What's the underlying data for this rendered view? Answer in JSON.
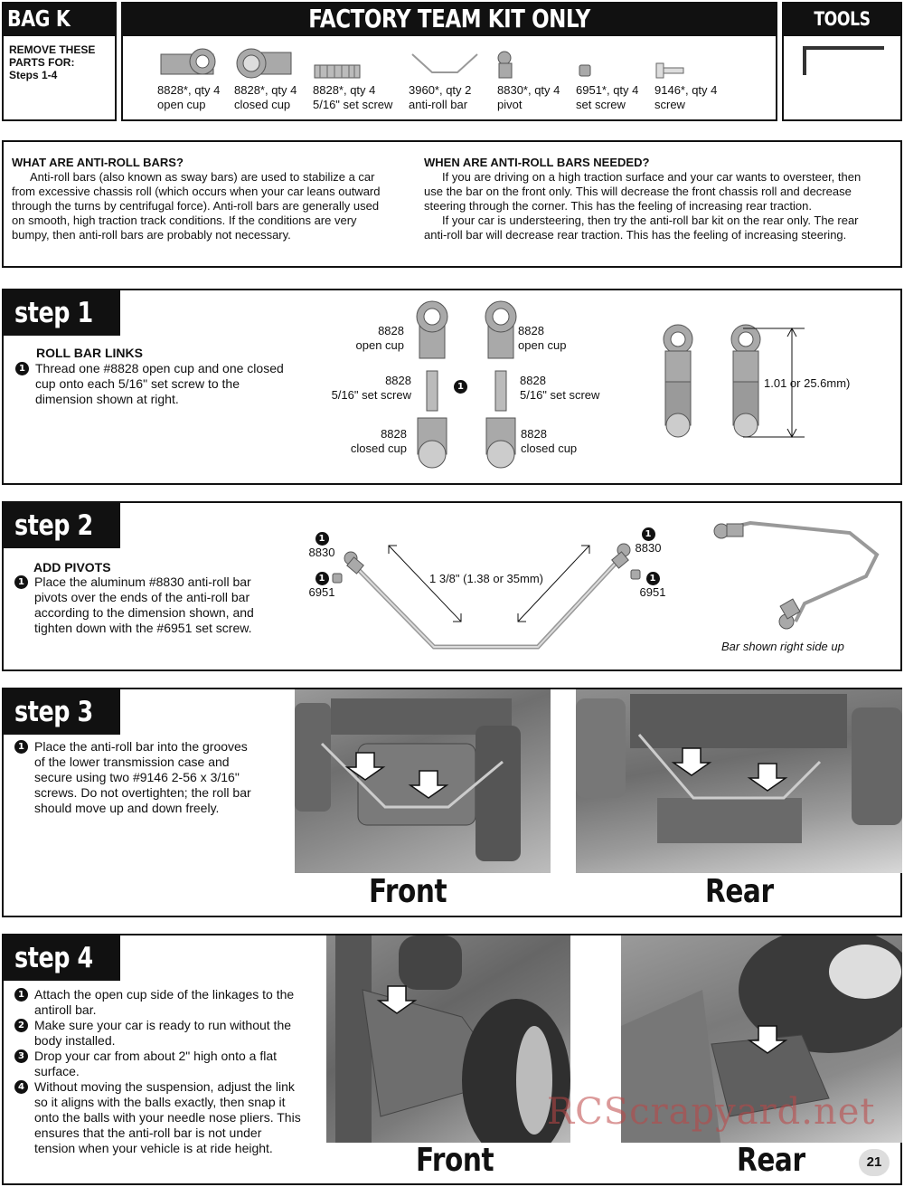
{
  "header": {
    "bag_label": "BAG K",
    "remove_text": "REMOVE THESE PARTS FOR:",
    "steps_text": "Steps 1-4",
    "title": "FACTORY TEAM KIT ONLY",
    "tools_title": "TOOLS USED",
    "parts": [
      {
        "line1": "8828*, qty 4",
        "line2": "open cup"
      },
      {
        "line1": "8828*, qty 4",
        "line2": "closed cup"
      },
      {
        "line1": "8828*, qty 4",
        "line2": "5/16\" set screw"
      },
      {
        "line1": "3960*, qty 2",
        "line2": "anti-roll bar"
      },
      {
        "line1": "8830*, qty 4",
        "line2": "pivot"
      },
      {
        "line1": "6951*, qty 4",
        "line2": "set screw"
      },
      {
        "line1": "9146*, qty 4",
        "line2": "screw"
      }
    ]
  },
  "info": {
    "left_heading": "WHAT ARE ANTI-ROLL BARS?",
    "left_lines": [
      "Anti-roll bars (also known as sway bars) are used to stabilize a car",
      "from excessive chassis roll (which occurs when your car leans outward",
      "through the turns by centrifugal force). Anti-roll bars are generally used",
      "on smooth, high traction track conditions. If the conditions are very",
      "bumpy, then anti-roll bars are probably not necessary."
    ],
    "right_heading": "WHEN ARE ANTI-ROLL BARS NEEDED?",
    "right_lines": [
      "If you are driving on a high traction surface and your car wants to oversteer, then",
      "use the bar on the front only. This will decrease the front chassis roll and decrease",
      "steering through the corner. This has the feeling of increasing rear traction.",
      "If your car is understeering, then try the anti-roll bar kit on the rear only. The rear",
      "anti-roll bar will decrease rear traction. This has the feeling of increasing steering."
    ]
  },
  "step1": {
    "tab": "step 1",
    "heading": "ROLL BAR LINKS",
    "num": "1",
    "lines": [
      "Thread one #8828 open cup and one closed",
      "cup onto each 5/16\" set screw to the",
      "dimension shown at right."
    ],
    "labels": {
      "l_open_num": "8828",
      "l_open": "open cup",
      "l_screw_num": "8828",
      "l_screw": "5/16\" set screw",
      "l_closed_num": "8828",
      "l_closed": "closed cup",
      "r_open_num": "8828",
      "r_open": "open cup",
      "r_screw_num": "8828",
      "r_screw": "5/16\" set screw",
      "r_closed_num": "8828",
      "r_closed": "closed cup",
      "mid_num": "1",
      "dimension": "1.01 or 25.6mm)"
    }
  },
  "step2": {
    "tab": "step 2",
    "heading": "ADD PIVOTS",
    "num": "1",
    "lines": [
      "Place the aluminum #8830 anti-roll bar",
      "pivots over the ends of the anti-roll bar",
      "according to the dimension shown, and",
      "tighten down with the #6951 set screw."
    ],
    "labels": {
      "left_pivot_num": "1",
      "left_pivot": "8830",
      "left_screw_num": "1",
      "left_screw": "6951",
      "right_pivot_num": "1",
      "right_pivot": "8830",
      "right_screw_num": "1",
      "right_screw": "6951",
      "dimension": "1  3/8\" (1.38 or 35mm)",
      "caption": "Bar shown right side up"
    }
  },
  "step3": {
    "tab": "step 3",
    "num": "1",
    "lines": [
      "Place the anti-roll bar into the grooves",
      "of the lower transmission case and",
      "secure using two #9146 2-56 x 3/16\"",
      "screws. Do not overtighten; the roll bar",
      "should move up and down freely."
    ],
    "front_label": "Front",
    "rear_label": "Rear"
  },
  "step4": {
    "tab": "step 4",
    "items": [
      {
        "num": "1",
        "lines": [
          "Attach the open cup side of the linkages to the",
          "antiroll bar."
        ]
      },
      {
        "num": "2",
        "lines": [
          "Make sure your car is ready to run without the",
          "body installed."
        ]
      },
      {
        "num": "3",
        "lines": [
          "Drop your car from about 2\" high onto a flat",
          "surface."
        ]
      },
      {
        "num": "4",
        "lines": [
          "Without moving the suspension, adjust the link",
          "so it aligns with the balls exactly, then snap it",
          "onto the balls with your needle nose pliers. This",
          "ensures that the anti-roll bar is not under",
          "tension when your vehicle is at ride height."
        ]
      }
    ],
    "front_label": "Front",
    "rear_label": "Rear"
  },
  "footer": {
    "page_number": "21",
    "watermark": "RCScrapyard.net"
  }
}
